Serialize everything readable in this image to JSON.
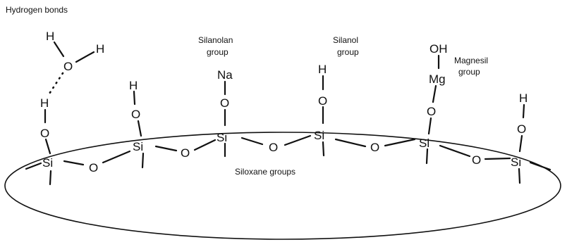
{
  "labels": {
    "hydrogen_bonds": "Hydrogen bonds",
    "silanolan_line1": "Silanolan",
    "silanolan_line2": "group",
    "silanol_line1": "Silanol",
    "silanol_line2": "group",
    "magnesil_line1": "Magnesil",
    "magnesil_line2": "group",
    "siloxane": "Siloxane groups"
  },
  "atoms": {
    "H": "H",
    "O": "O",
    "Si": "Si",
    "Na": "Na",
    "Mg": "Mg",
    "OH": "OH"
  },
  "colors": {
    "ink": "#111111",
    "background": "#ffffff"
  }
}
